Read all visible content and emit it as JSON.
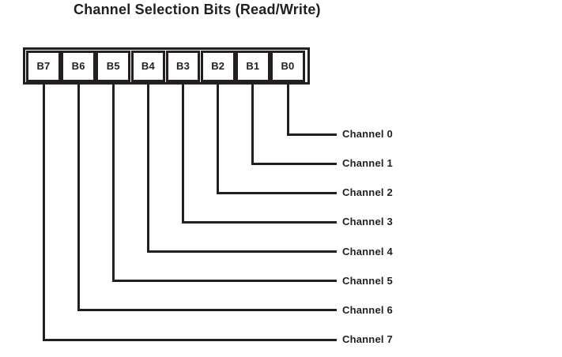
{
  "title": "Channel Selection Bits (Read/Write)",
  "register": {
    "bits": [
      {
        "label": "B7",
        "channel": "Channel 7"
      },
      {
        "label": "B6",
        "channel": "Channel 6"
      },
      {
        "label": "B5",
        "channel": "Channel 5"
      },
      {
        "label": "B4",
        "channel": "Channel 4"
      },
      {
        "label": "B3",
        "channel": "Channel 3"
      },
      {
        "label": "B2",
        "channel": "Channel 2"
      },
      {
        "label": "B1",
        "channel": "Channel 1"
      },
      {
        "label": "B0",
        "channel": "Channel 0"
      }
    ]
  },
  "colors": {
    "line": "#231f20",
    "background": "#ffffff"
  }
}
